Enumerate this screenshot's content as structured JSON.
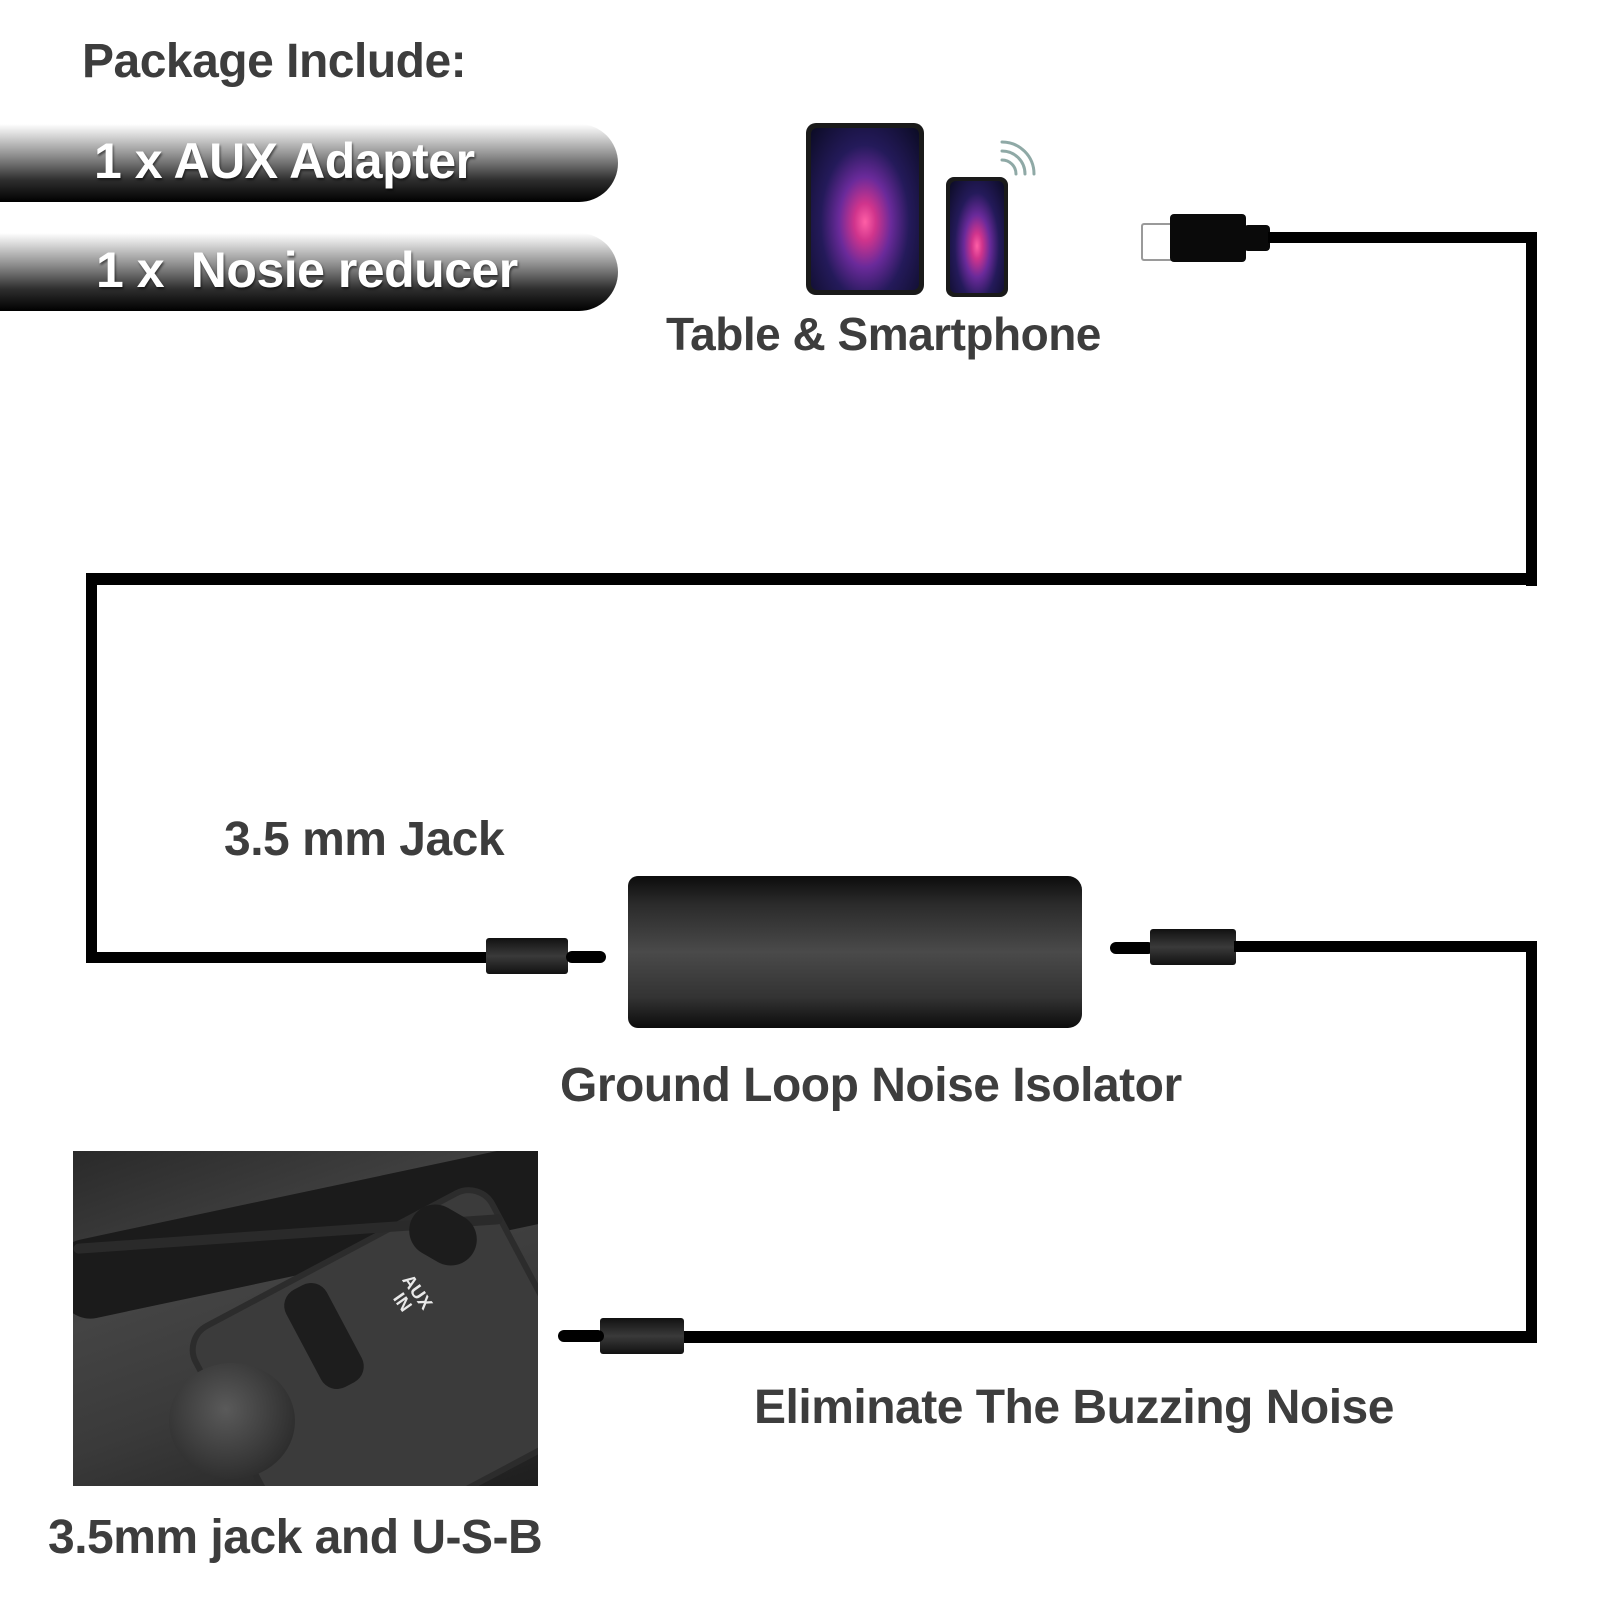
{
  "package": {
    "title": "Package Include:",
    "items": [
      {
        "label": "1 x AUX Adapter"
      },
      {
        "label": "1 x  Nosie reducer"
      }
    ]
  },
  "devices": {
    "label": "Table & Smartphone",
    "icons": [
      "tablet-icon",
      "smartphone-icon",
      "wireless-signal-icon"
    ]
  },
  "connectors": {
    "usb_plug": "usb-plug-icon",
    "jack_label": "3.5 mm Jack"
  },
  "isolator": {
    "label": "Ground Loop Noise Isolator"
  },
  "benefit": {
    "label": "Eliminate The Buzzing Noise"
  },
  "car_photo": {
    "aux_text_line1": "AUX",
    "aux_text_line2": "IN",
    "caption": "3.5mm jack and U-S-B"
  },
  "colors": {
    "text": "#3d3d3d",
    "cable": "#000000",
    "background": "#ffffff"
  }
}
